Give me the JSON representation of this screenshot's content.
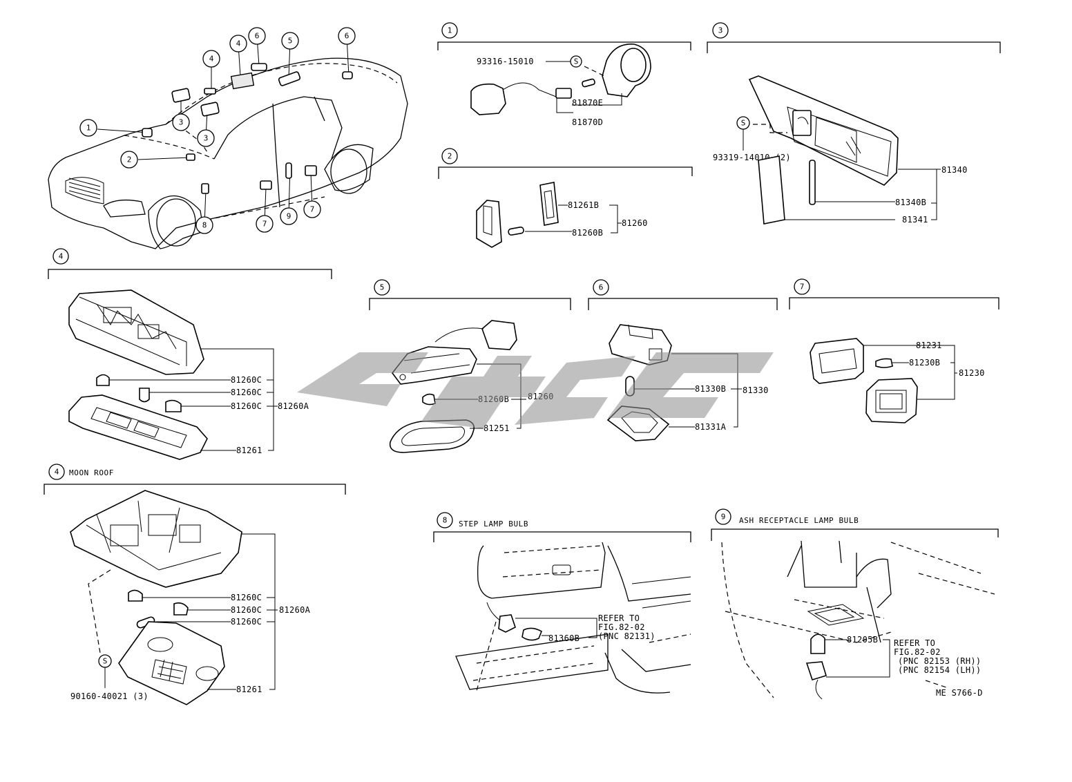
{
  "callouts": {
    "c1": "1",
    "c2": "2",
    "c3": "3",
    "c4": "4",
    "c5": "5",
    "c6": "6",
    "c7": "7",
    "c8": "8",
    "c9": "9"
  },
  "sections": {
    "s4_moon_roof": "MOON ROOF",
    "s8_title": "STEP LAMP BULB",
    "s9_title": "ASH RECEPTACLE LAMP BULB"
  },
  "part_numbers": {
    "p93316_15010": "93316-15010",
    "s_mark": "S",
    "p81870E": "81870E",
    "p81870D": "81870D",
    "p81261B": "81261B",
    "p81260B_2": "81260B",
    "p81260_2": "81260",
    "p93319_14010": "93319-14010 (2)",
    "p81340": "81340",
    "p81340B": "81340B",
    "p81341": "81341",
    "p81260C": "81260C",
    "p81260A": "81260A",
    "p81261": "81261",
    "p81260B_5": "81260B",
    "p81260_5": "81260",
    "p81251": "81251",
    "p81330B": "81330B",
    "p81330": "81330",
    "p81331A": "81331A",
    "p81231": "81231",
    "p81230B": "81230B",
    "p81230": "81230",
    "p90160_40021": "90160-40021 (3)",
    "p81360B": "81360B",
    "p81205B": "81205B"
  },
  "notes": {
    "refer_to": "REFER TO",
    "fig_82_02": "FIG.82-02",
    "pnc_82131": "(PNC 82131)",
    "pnc_82153": "(PNC 82153 (RH))",
    "pnc_82154": "(PNC 82154 (LH))"
  },
  "drawing_code": "ME S766-D",
  "colors": {
    "line": "#000000",
    "background": "#ffffff",
    "watermark": "#8c8c8c"
  }
}
